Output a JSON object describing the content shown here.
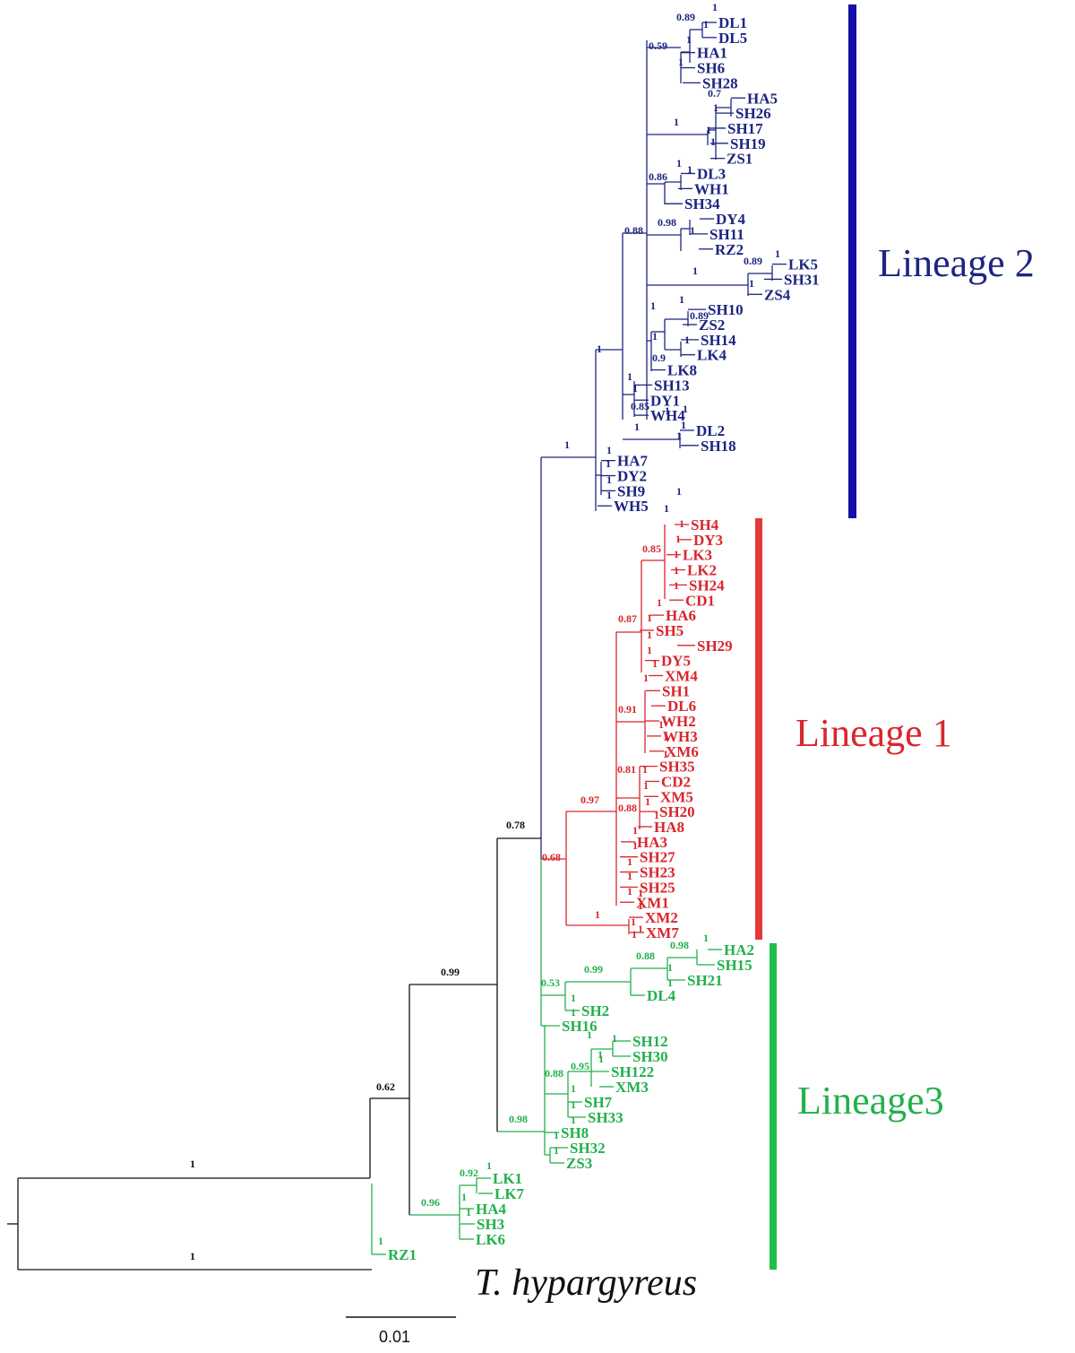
{
  "colors": {
    "black": "#111111",
    "lineage2": "#1d2580",
    "lineage1": "#d9262c",
    "lineage3": "#22b14c",
    "bar2": "#1410a8",
    "bar1": "#e03a3a",
    "bar3": "#1fbf4a"
  },
  "lineages": [
    {
      "key": "l2",
      "label": "Lineage 2"
    },
    {
      "key": "l1",
      "label": "Lineage 1"
    },
    {
      "key": "l3",
      "label": "Lineage3"
    }
  ],
  "outgroup_species": "T. hypargyreus",
  "scale_bar": {
    "label": "0.01"
  },
  "tree": {
    "black": {
      "tips": [
        "TH"
      ],
      "supports": [
        "1",
        "1",
        "0.62",
        "0.99",
        "0.78"
      ]
    },
    "lineage2": {
      "tips": [
        "DL1",
        "DL5",
        "HA1",
        "SH6",
        "SH28",
        "HA5",
        "SH26",
        "SH17",
        "SH19",
        "ZS1",
        "DL3",
        "WH1",
        "SH34",
        "DY4",
        "SH11",
        "RZ2",
        "LK5",
        "SH31",
        "ZS4",
        "SH10",
        "ZS2",
        "SH14",
        "LK4",
        "LK8",
        "SH13",
        "DY1",
        "WH4",
        "DL2",
        "SH18",
        "HA7",
        "DY2",
        "SH9",
        "WH5"
      ],
      "supports": [
        "1",
        "0.89",
        "1",
        "0.59",
        "1",
        "1",
        "0.7",
        "1",
        "1",
        "1",
        "1",
        "1",
        "0.86",
        "1",
        "0.98",
        "1",
        "0.88",
        "1",
        "1",
        "0.89",
        "1",
        "1",
        "1",
        "0.89",
        "1",
        "1",
        "0.9",
        "1",
        "1",
        "0.85",
        "1",
        "1",
        "1",
        "1",
        "1",
        "1",
        "1",
        "1",
        "1",
        "1",
        "1",
        "1",
        "1"
      ]
    },
    "lineage1": {
      "tips": [
        "SH4",
        "DY3",
        "LK3",
        "LK2",
        "SH24",
        "CD1",
        "HA6",
        "SH5",
        "SH29",
        "DY5",
        "XM4",
        "SH1",
        "DL6",
        "WH2",
        "WH3",
        "XM6",
        "SH35",
        "CD2",
        "XM5",
        "SH20",
        "HA8",
        "HA3",
        "SH27",
        "SH23",
        "SH25",
        "XM1",
        "XM2",
        "XM7"
      ],
      "supports": [
        "1",
        "1",
        "0.85",
        "1",
        "1",
        "1",
        "1",
        "1",
        "0.87",
        "1",
        "1",
        "1",
        "1",
        "0.91",
        "1",
        "1",
        "1",
        "1",
        "0.81",
        "1",
        "1",
        "1",
        "0.97",
        "0.88",
        "1",
        "1",
        "1",
        "1",
        "0.68",
        "1",
        "1",
        "1",
        "1",
        "1",
        "1",
        "1"
      ]
    },
    "lineage3": {
      "tips": [
        "HA2",
        "SH15",
        "SH21",
        "DL4",
        "SH2",
        "SH16",
        "SH12",
        "SH30",
        "SH122",
        "XM3",
        "SH7",
        "SH33",
        "SH8",
        "SH32",
        "ZS3",
        "LK1",
        "LK7",
        "HA4",
        "SH3",
        "LK6",
        "RZ1"
      ],
      "supports": [
        "1",
        "0.98",
        "0.88",
        "1",
        "1",
        "0.99",
        "0.53",
        "1",
        "1",
        "1",
        "1",
        "1",
        "0.95",
        "1",
        "0.88",
        "1",
        "1",
        "1",
        "0.98",
        "1",
        "1",
        "0.92",
        "1",
        "1",
        "1",
        "0.96",
        "1"
      ]
    }
  }
}
